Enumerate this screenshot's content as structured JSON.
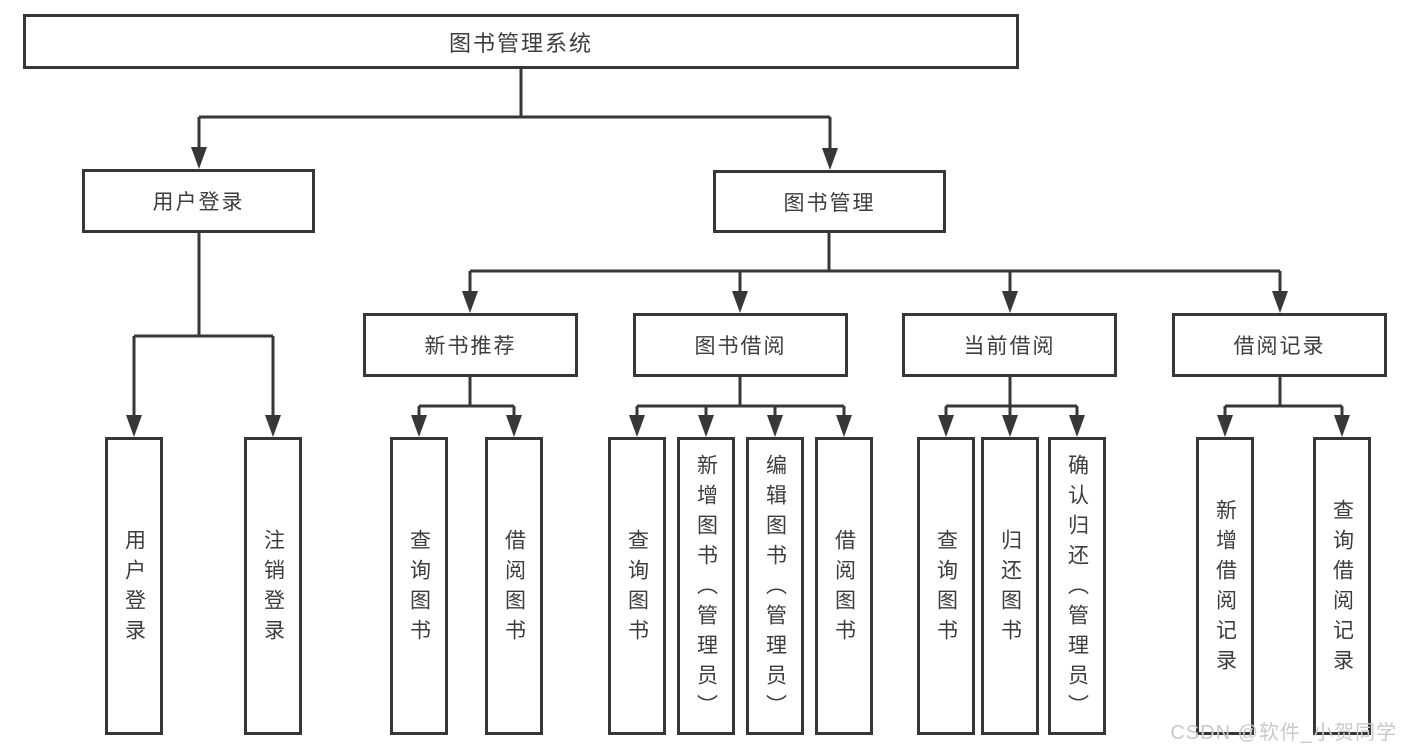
{
  "diagram": {
    "root": {
      "label": "图书管理系统"
    },
    "user_login": {
      "label": "用户登录",
      "children": [
        {
          "label": "用户登录"
        },
        {
          "label": "注销登录"
        }
      ]
    },
    "book_mgmt": {
      "label": "图书管理",
      "groups": [
        {
          "label": "新书推荐",
          "children": [
            {
              "label": "查询图书"
            },
            {
              "label": "借阅图书"
            }
          ]
        },
        {
          "label": "图书借阅",
          "children": [
            {
              "label": "查询图书"
            },
            {
              "label": "新增图书（管理员）"
            },
            {
              "label": "编辑图书（管理员）"
            },
            {
              "label": "借阅图书"
            }
          ]
        },
        {
          "label": "当前借阅",
          "children": [
            {
              "label": "查询图书"
            },
            {
              "label": "归还图书"
            },
            {
              "label": "确认归还（管理员）"
            }
          ]
        },
        {
          "label": "借阅记录",
          "children": [
            {
              "label": "新增借阅记录"
            },
            {
              "label": "查询借阅记录"
            }
          ]
        }
      ]
    }
  },
  "watermark": {
    "text": "CSDN @软件_小贺同学"
  }
}
